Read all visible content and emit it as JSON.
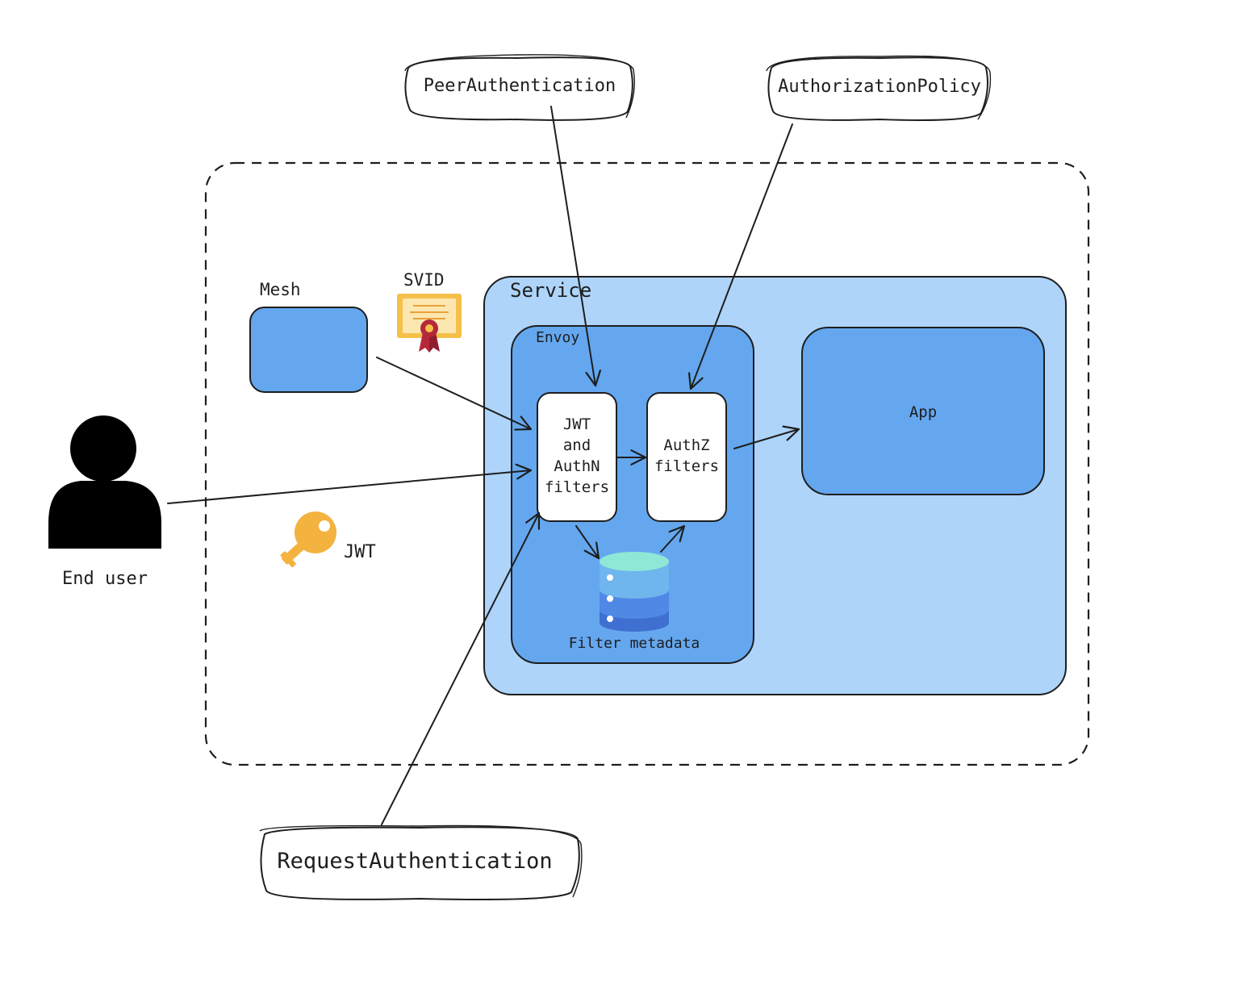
{
  "diagram": {
    "labels": {
      "peer_auth": "PeerAuthentication",
      "authz_policy": "AuthorizationPolicy",
      "request_auth": "RequestAuthentication",
      "mesh": "Mesh",
      "svid": "SVID",
      "service": "Service",
      "envoy": "Envoy",
      "jwt_filter_line1": "JWT",
      "jwt_filter_line2": "and",
      "jwt_filter_line3": "AuthN",
      "jwt_filter_line4": "filters",
      "authz_filter_line1": "AuthZ",
      "authz_filter_line2": "filters",
      "app": "App",
      "filter_metadata": "Filter metadata",
      "jwt": "JWT",
      "end_user": "End user"
    },
    "icons": {
      "user": "user-icon",
      "key": "key-icon",
      "certificate": "certificate-icon",
      "database": "database-icon"
    },
    "colors": {
      "service_fill": "#aed4fa",
      "envoy_fill": "#64a7ef",
      "mesh_fill": "#64a7ef",
      "app_fill": "#64a7ef",
      "filter_fill": "#ffffff",
      "stroke": "#1e1e1e",
      "key": "#f4b23f",
      "certificate": "#f5c04a",
      "ribbon": "#b5283a",
      "db_top": "#8fe8d6",
      "db_layer1": "#6fb5ee",
      "db_layer2": "#5088e6",
      "db_layer3": "#3f6fd0"
    }
  }
}
